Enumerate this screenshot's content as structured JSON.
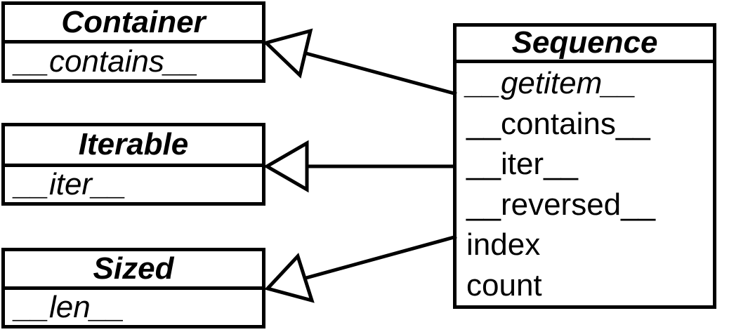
{
  "classes": [
    {
      "name": "Container",
      "methods": [
        {
          "text": "__contains__",
          "abstract": true
        }
      ]
    },
    {
      "name": "Iterable",
      "methods": [
        {
          "text": "__iter__",
          "abstract": true
        }
      ]
    },
    {
      "name": "Sized",
      "methods": [
        {
          "text": "__len__",
          "abstract": true
        }
      ]
    },
    {
      "name": "Sequence",
      "methods": [
        {
          "text": "__getitem__",
          "abstract": true
        },
        {
          "text": "__contains__",
          "abstract": false
        },
        {
          "text": "__iter__",
          "abstract": false
        },
        {
          "text": "__reversed__",
          "abstract": false
        },
        {
          "text": "index",
          "abstract": false
        },
        {
          "text": "count",
          "abstract": false
        }
      ]
    }
  ],
  "relationships": [
    {
      "from": "Sequence",
      "to": "Container",
      "type": "generalization"
    },
    {
      "from": "Sequence",
      "to": "Iterable",
      "type": "generalization"
    },
    {
      "from": "Sequence",
      "to": "Sized",
      "type": "generalization"
    }
  ],
  "colors": {
    "stroke": "#000000",
    "background": "#ffffff",
    "box_fill": "#ffffff"
  }
}
